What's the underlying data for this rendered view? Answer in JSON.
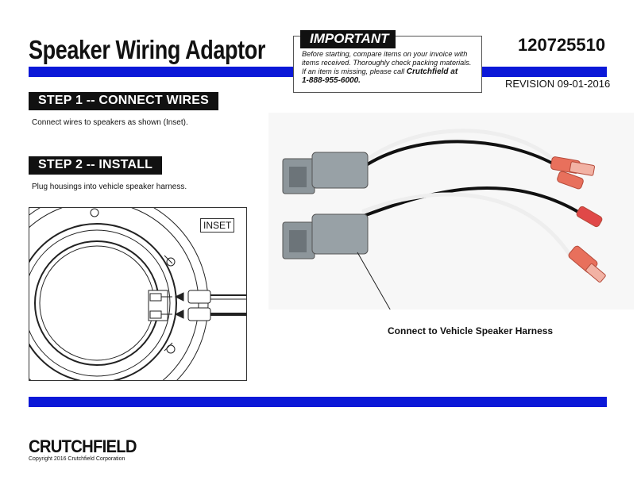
{
  "header": {
    "title": "Speaker Wiring Adaptor",
    "part_number": "120725510",
    "revision": "REVISION 09-01-2016"
  },
  "important": {
    "tag": "IMPORTANT",
    "line1": "Before starting, compare items on your invoice with",
    "line2": "items received.  Thoroughly check packing materials.",
    "line3": "If an item is missing, please call ",
    "phone_name": "Crutchfield at",
    "phone_number": "1-888-955-6000."
  },
  "steps": [
    {
      "heading": "STEP 1 -- CONNECT WIRES",
      "text": "Connect wires to speakers as shown (Inset)."
    },
    {
      "heading": "STEP 2 -- INSTALL",
      "text": "Plug housings into vehicle speaker harness."
    }
  ],
  "inset": {
    "label": "INSET"
  },
  "photo": {
    "caption": "Connect to Vehicle Speaker Harness"
  },
  "footer": {
    "logo": "CRUTCHFIELD",
    "copyright": "Copyright 2016 Crutchfield Corporation"
  },
  "colors": {
    "accent_bar": "#0b18d8",
    "heading_bg": "#111111"
  }
}
